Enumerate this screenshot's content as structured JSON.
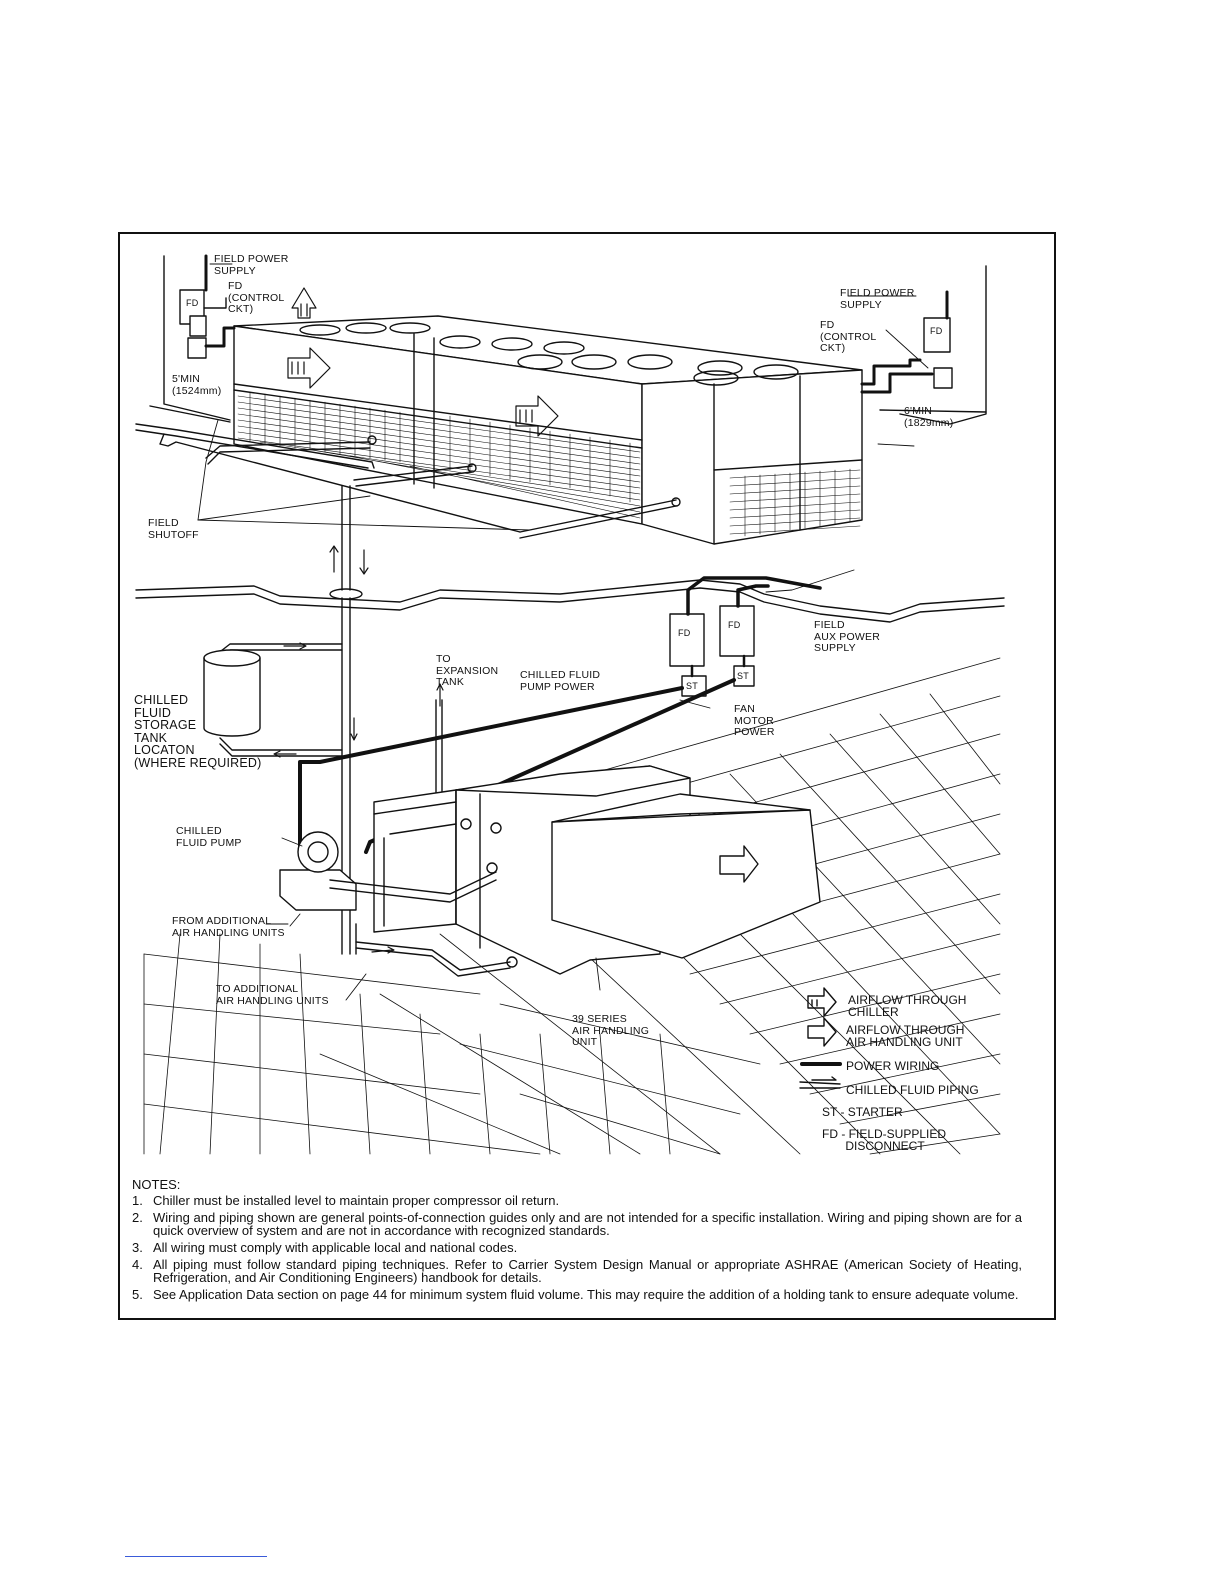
{
  "labels": {
    "field_power_left": "FIELD POWER\nSUPPLY",
    "fd_control_left": "FD\n(CONTROL\nCKT)",
    "min_5ft": "5'MIN\n(1524mm)",
    "field_power_right": "FIELD POWER\nSUPPLY",
    "fd_control_right": "FD\n(CONTROL\nCKT)",
    "min_6ft": "6'MIN\n(1829mm)",
    "field_shutoff": "FIELD\nSHUTOFF",
    "field_aux_power": "FIELD\nAUX POWER\nSUPPLY",
    "to_expansion_tank": "TO\nEXPANSION\nTANK",
    "chilled_fluid_pump_power": "CHILLED FLUID\nPUMP POWER",
    "fan_motor_power": "FAN\nMOTOR\nPOWER",
    "storage_tank": "CHILLED\nFLUID\nSTORAGE\nTANK\nLOCATON\n(WHERE REQUIRED)",
    "chilled_fluid_pump": "CHILLED\nFLUID PUMP",
    "from_additional": "FROM ADDITIONAL\nAIR HANDLING UNITS",
    "to_additional": "TO ADDITIONAL\nAIR HANDLING UNITS",
    "series_unit": "39 SERIES\nAIR HANDLING\nUNIT",
    "fd_box": "FD",
    "st_box": "ST"
  },
  "legend": {
    "airflow_chiller": "AIRFLOW THROUGH\nCHILLER",
    "airflow_ahu": "AIRFLOW THROUGH\nAIR HANDLING UNIT",
    "power_wiring": "POWER WIRING",
    "chilled_fluid_piping": "CHILLED FLUID PIPING",
    "starter": "ST - STARTER",
    "fd": "FD - FIELD-SUPPLIED\n       DISCONNECT"
  },
  "notes": {
    "title": "NOTES:",
    "items": [
      {
        "num": "1.",
        "text": "Chiller must be installed level to maintain proper compressor oil return."
      },
      {
        "num": "2.",
        "text": "Wiring and piping shown are general points-of-connection guides only and are not intended for a specific installation. Wiring and piping shown are for a quick overview of system and are not in accordance with recognized standards."
      },
      {
        "num": "3.",
        "text": "All wiring must comply with applicable local and national codes."
      },
      {
        "num": "4.",
        "text": "All piping must follow standard piping techniques. Refer to Carrier System Design Manual or appropriate ASHRAE (American Society of Heating, Refrigeration, and Air Conditioning Engineers) handbook for details."
      },
      {
        "num": "5.",
        "text": "See Application Data section on page 44 for minimum system fluid volume. This may require the addition of a holding tank to ensure adequate volume."
      }
    ]
  }
}
